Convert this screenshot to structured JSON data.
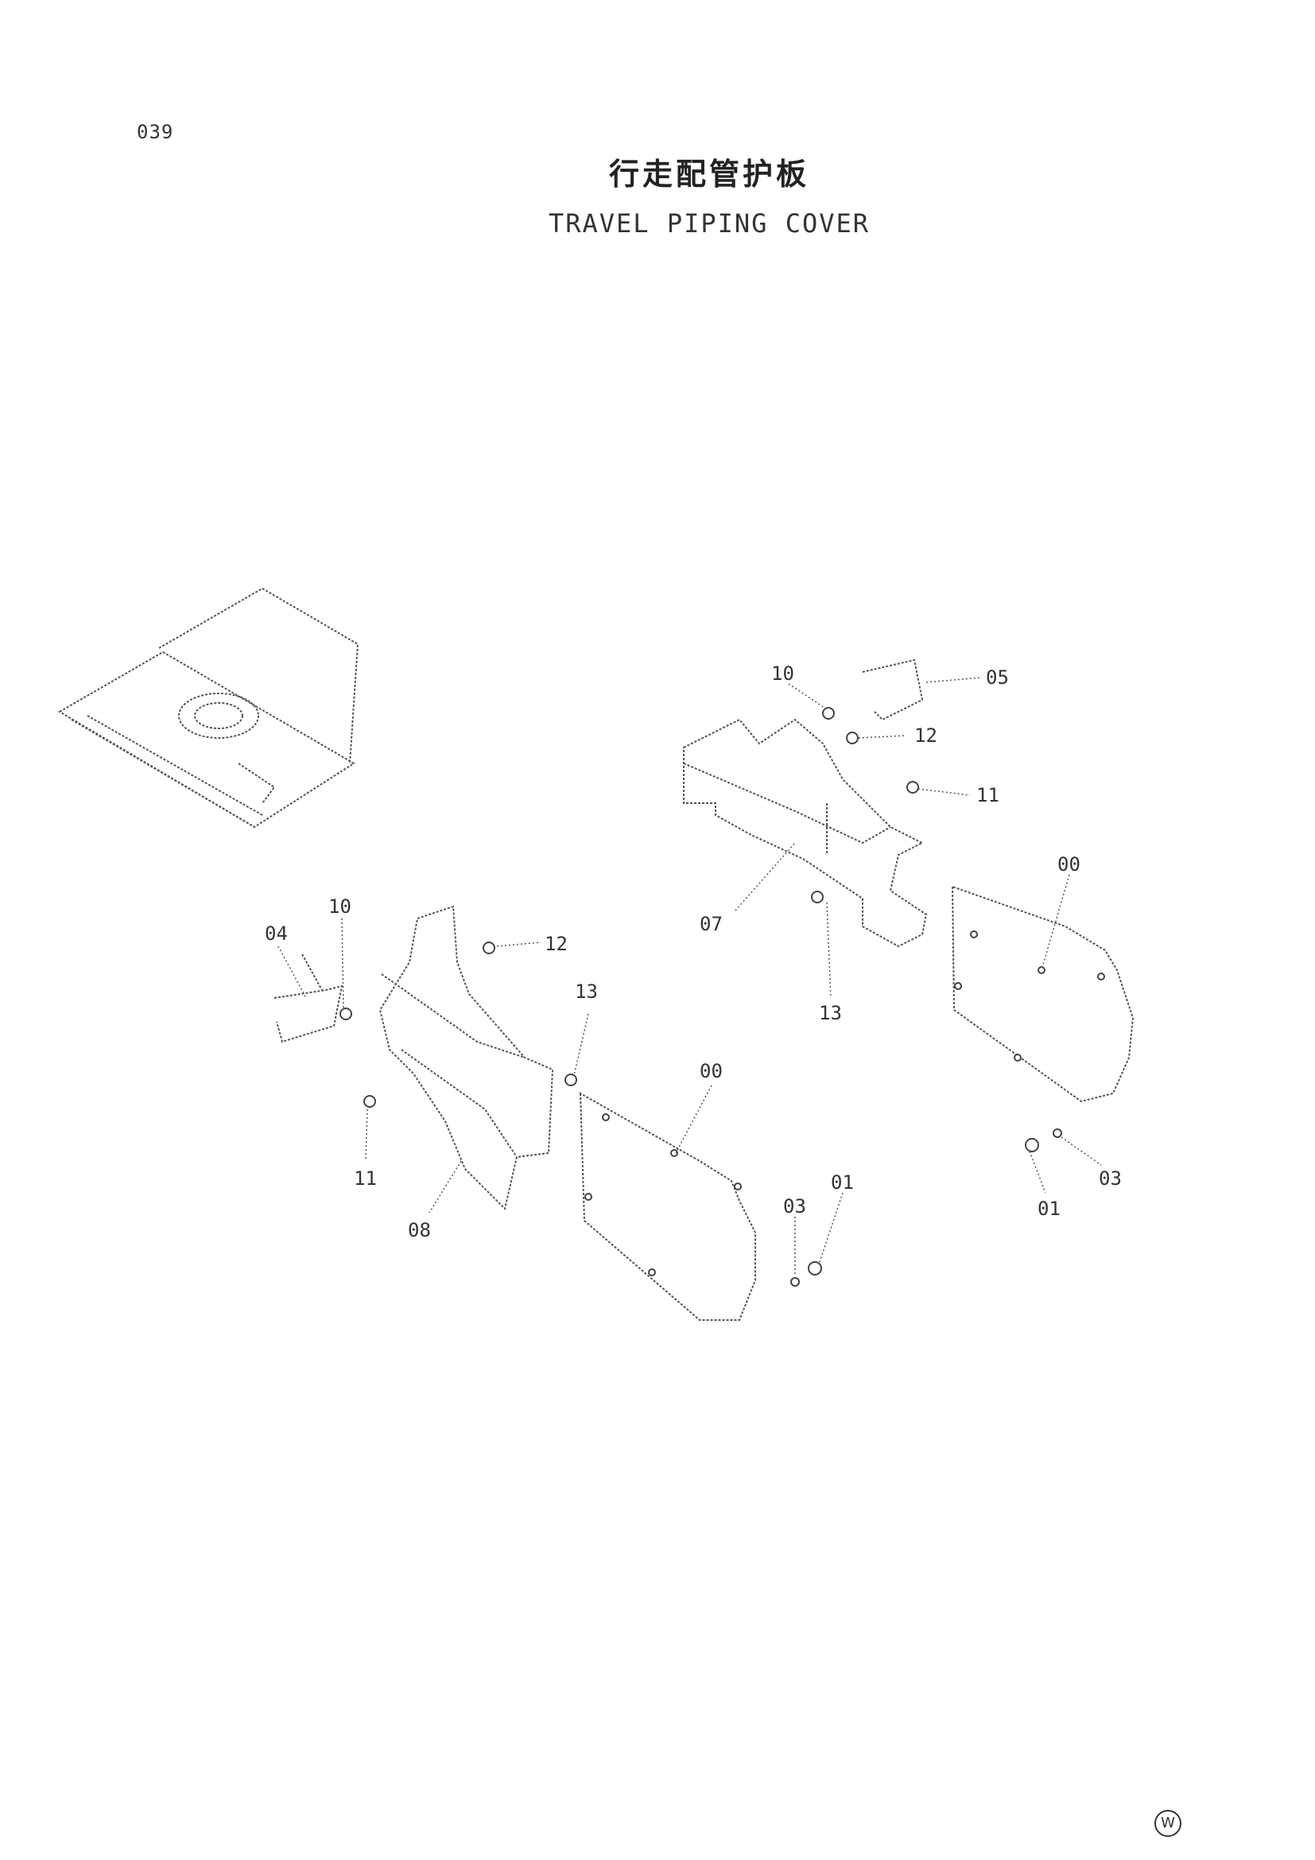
{
  "page_number": "039",
  "title_cn": "行走配管护板",
  "title_en": "TRAVEL PIPING COVER",
  "corner_mark": "W",
  "callouts": {
    "c10_right": "10",
    "c05": "05",
    "c12_right": "12",
    "c11_right": "11",
    "c00_right": "00",
    "c07": "07",
    "c13_right": "13",
    "c03_right": "03",
    "c01_right": "01",
    "c10_left": "10",
    "c04": "04",
    "c12_left": "12",
    "c13_left": "13",
    "c00_left": "00",
    "c11_left": "11",
    "c03_left": "03",
    "c01_left": "01",
    "c08": "08"
  }
}
